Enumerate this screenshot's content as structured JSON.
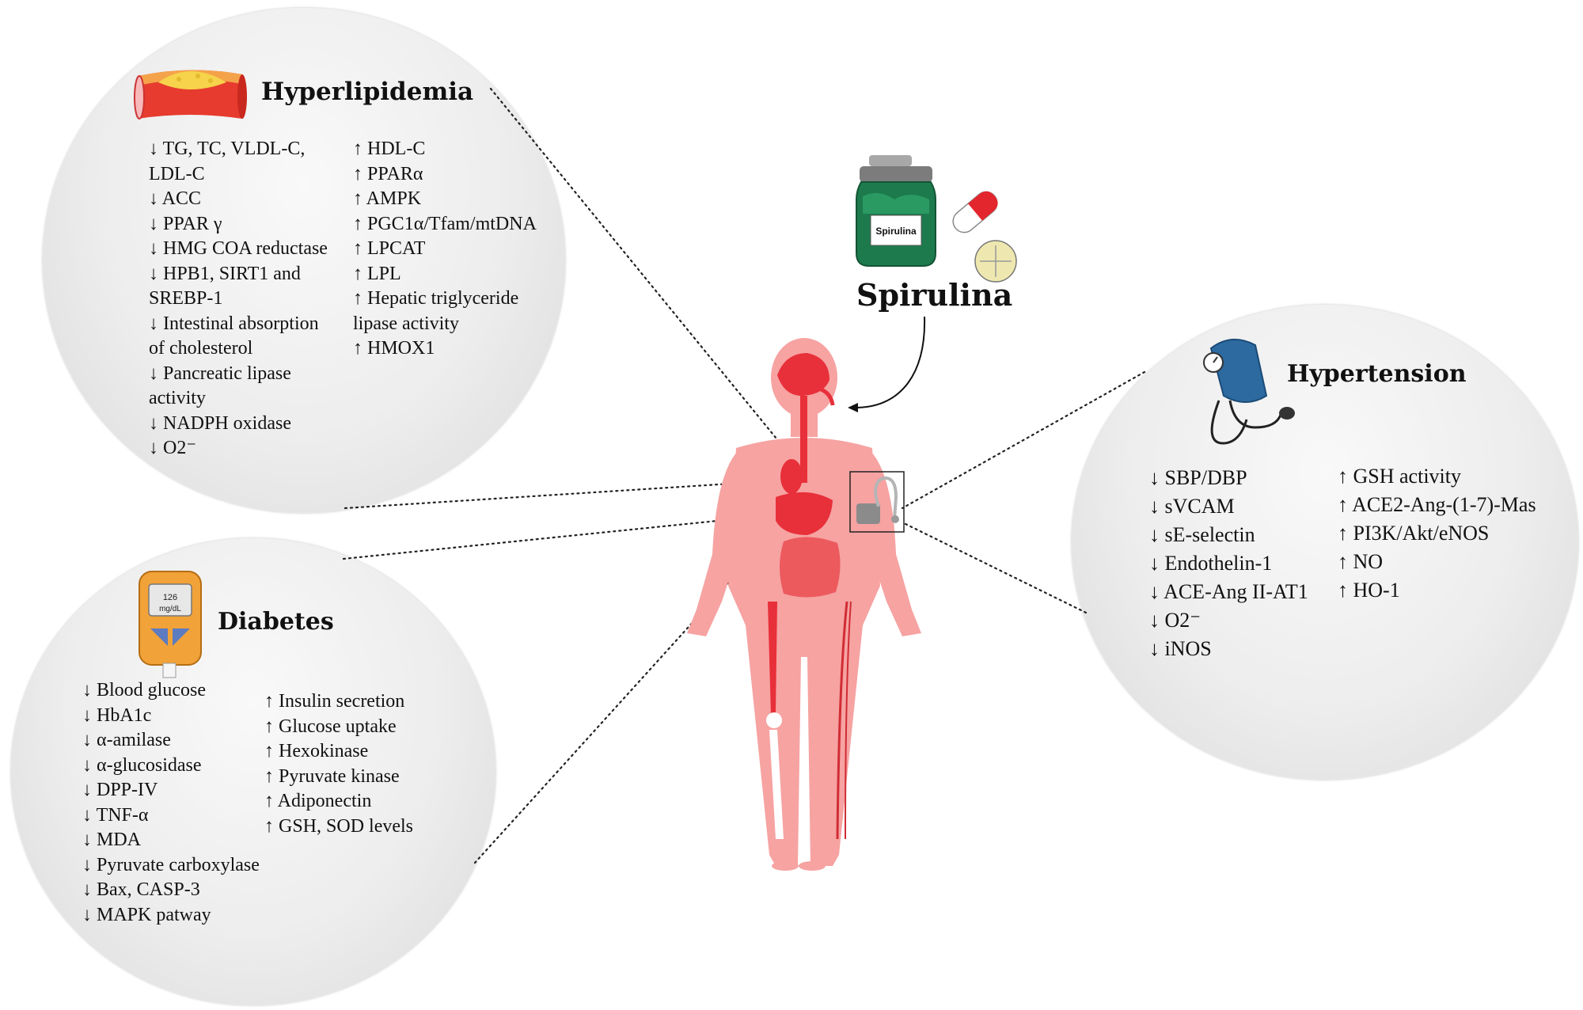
{
  "spirulina": {
    "title": "Spirulina",
    "jar_label": "Spirulina"
  },
  "hyperlipidemia": {
    "title": "Hyperlipidemia",
    "left": [
      "↓ TG, TC, VLDL-C,",
      "LDL-C",
      "↓ ACC",
      "↓ PPAR γ",
      "↓ HMG COA reductase",
      "↓ HPB1, SIRT1 and",
      "SREBP-1",
      "↓ Intestinal absorption",
      "of cholesterol",
      "↓ Pancreatic lipase",
      "activity",
      "↓ NADPH oxidase",
      "↓ O2⁻"
    ],
    "right": [
      "↑ HDL-C",
      "↑ PPARα",
      "↑ AMPK",
      "↑ PGC1α/Tfam/mtDNA",
      "↑ LPCAT",
      "↑ LPL",
      "↑ Hepatic triglyceride",
      "lipase activity",
      "↑ HMOX1"
    ]
  },
  "hypertension": {
    "title": "Hypertension",
    "left": [
      "↓ SBP/DBP",
      "↓ sVCAM",
      "↓ sE-selectin",
      "↓ Endothelin-1",
      "↓ ACE-Ang II-AT1",
      "↓ O2⁻",
      "↓ iNOS"
    ],
    "right": [
      "↑ GSH activity",
      "↑ ACE2-Ang-(1-7)-Mas",
      "↑ PI3K/Akt/eNOS",
      "↑ NO",
      "↑ HO-1"
    ]
  },
  "diabetes": {
    "title": "Diabetes",
    "meter_value": "126",
    "meter_unit": "mg/dL",
    "left": [
      "↓ Blood glucose",
      "↓ HbA1c",
      "↓ α-amilase",
      "↓ α-glucosidase",
      "↓ DPP-IV",
      "↓ TNF-α",
      "↓ MDA",
      "↓ Pyruvate carboxylase",
      "↓ Bax, CASP-3",
      "↓ MAPK patway"
    ],
    "right": [
      "↑ Insulin secretion",
      "↑ Glucose uptake",
      "↑ Hexokinase",
      "↑ Pyruvate kinase",
      "↑ Adiponectin",
      "↑ GSH, SOD levels"
    ]
  }
}
